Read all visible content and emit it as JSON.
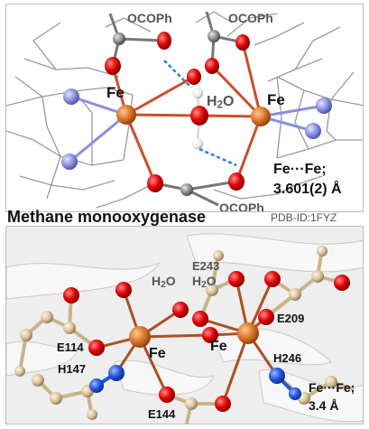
{
  "top_panel": {
    "labels": {
      "ocoph_1": "OCOPh",
      "ocoph_2": "OCOPh",
      "ocoph_3": "OCOPh",
      "fe_left": "Fe",
      "fe_right": "Fe",
      "water_h": "H",
      "water_sub": "2",
      "water_o": "O",
      "distance_line1": "Fe···Fe;",
      "distance_line2": "3.601(2) Å"
    }
  },
  "bottom_panel": {
    "title": "Methane monooxygenase",
    "pdb_id": "PDB-ID:1FYZ",
    "labels": {
      "h2o_1_h": "H",
      "h2o_1_sub": "2",
      "h2o_1_o": "O",
      "h2o_2_h": "H",
      "h2o_2_sub": "2",
      "h2o_2_o": "O",
      "e243": "E243",
      "e209": "E209",
      "e114": "E114",
      "fe_left": "Fe",
      "fe_right": "Fe",
      "h147": "H147",
      "h246": "H246",
      "e144": "E144",
      "distance_line1": "Fe···Fe;",
      "distance_line2": "3.4 Å"
    }
  },
  "colors": {
    "iron": "#d9742b",
    "oxygen": "#e00000",
    "nitrogen_top": "#8a8fe0",
    "nitrogen_bottom": "#2255dd",
    "carbon_top": "#8c8c8c",
    "carbon_bottom": "#d9c5a0",
    "hbond": "#3b7bd6"
  }
}
